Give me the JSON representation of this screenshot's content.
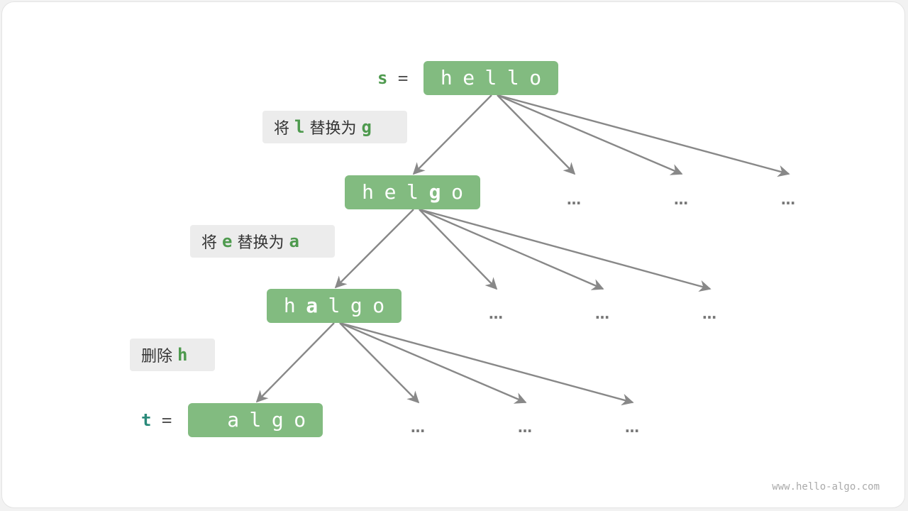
{
  "diagram": {
    "nodes": [
      {
        "chars": [
          "h",
          "e",
          "l",
          "l",
          "o"
        ],
        "highlight": []
      },
      {
        "chars": [
          "h",
          "e",
          "l",
          "g",
          "o"
        ],
        "highlight": [
          3
        ]
      },
      {
        "chars": [
          "h",
          "a",
          "l",
          "g",
          "o"
        ],
        "highlight": [
          1
        ]
      },
      {
        "chars": [
          "",
          "a",
          "l",
          "g",
          "o"
        ],
        "highlight": []
      }
    ],
    "variables": [
      {
        "name": "s",
        "op": " =",
        "color": "#4e9a4e"
      },
      {
        "name": "t",
        "op": " =",
        "color": "#2a8a7a"
      }
    ],
    "operations": [
      {
        "prefix": "将 ",
        "from": "l",
        "middle": " 替换为 ",
        "to": "g"
      },
      {
        "prefix": "将 ",
        "from": "e",
        "middle": " 替换为 ",
        "to": "a"
      },
      {
        "prefix": "删除 ",
        "from": "h",
        "middle": "",
        "to": ""
      }
    ],
    "ellipsis": "…",
    "colors": {
      "node_fill": "#82bb80",
      "node_text": "#ffffff",
      "edge": "#888888",
      "label_bg": "#ececec",
      "code": "#4e9a4e"
    }
  },
  "watermark": "www.hello-algo.com"
}
